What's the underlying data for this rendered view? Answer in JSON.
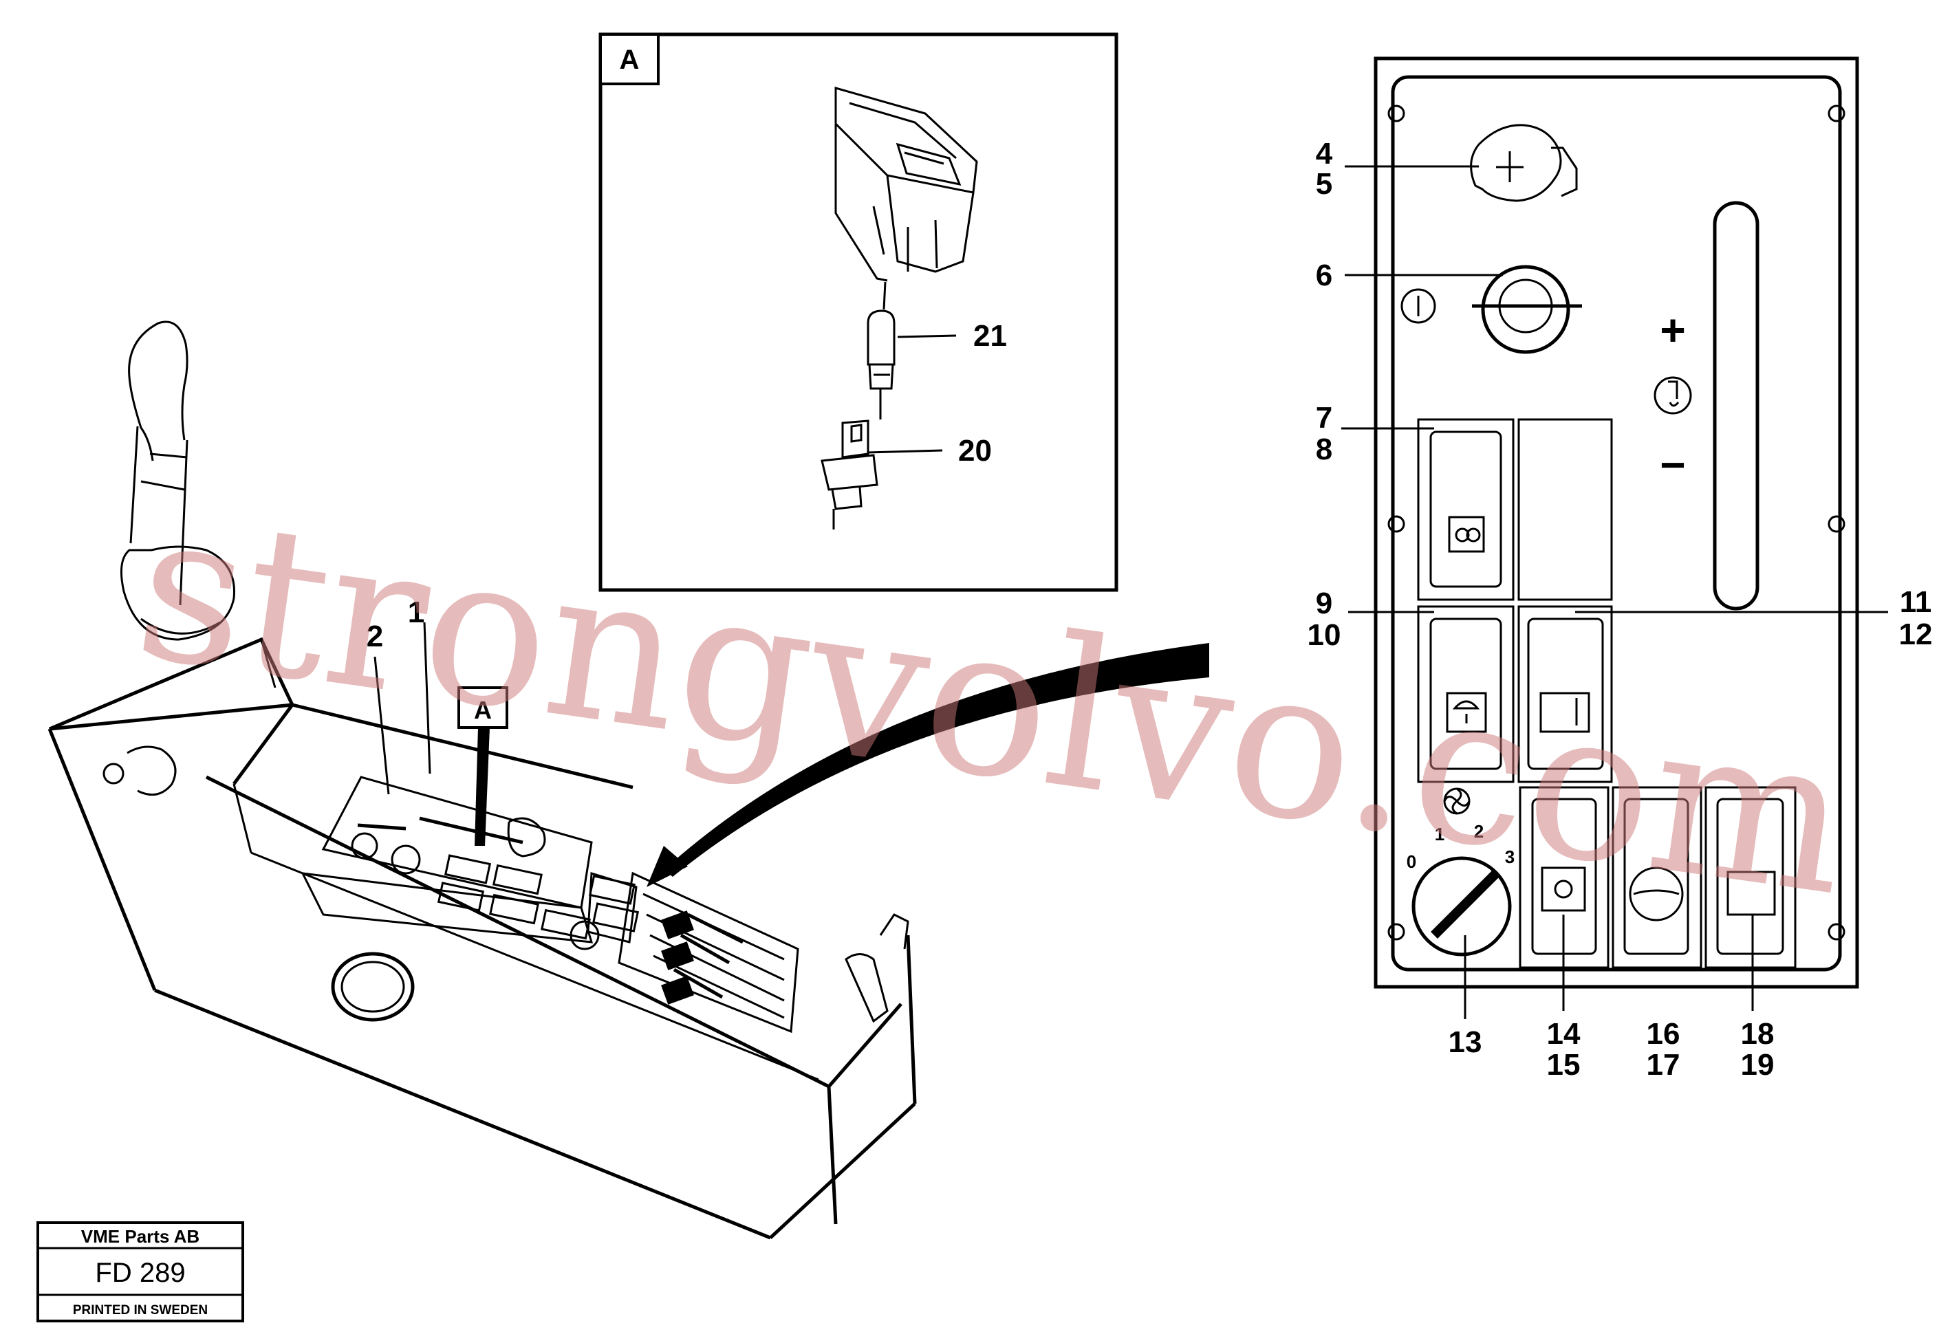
{
  "detail_view": {
    "label": "A"
  },
  "callouts": {
    "c1": "1",
    "c2": "2",
    "c4": "4",
    "c5": "5",
    "c6": "6",
    "c7": "7",
    "c8": "8",
    "c9": "9",
    "c10": "10",
    "c11": "11",
    "c12": "12",
    "c13": "13",
    "c14": "14",
    "c15": "15",
    "c16": "16",
    "c17": "17",
    "c18": "18",
    "c19": "19",
    "c20": "20",
    "c21": "21"
  },
  "fan_speed_dial": {
    "positions": [
      "0",
      "1",
      "2",
      "3"
    ]
  },
  "panel_symbols": {
    "plus": "+",
    "minus": "−"
  },
  "title_block": {
    "company": "VME Parts AB",
    "drawing_number": "FD 289",
    "print_note": "PRINTED IN SWEDEN"
  },
  "watermark": {
    "text": "strongvolvo.com"
  }
}
